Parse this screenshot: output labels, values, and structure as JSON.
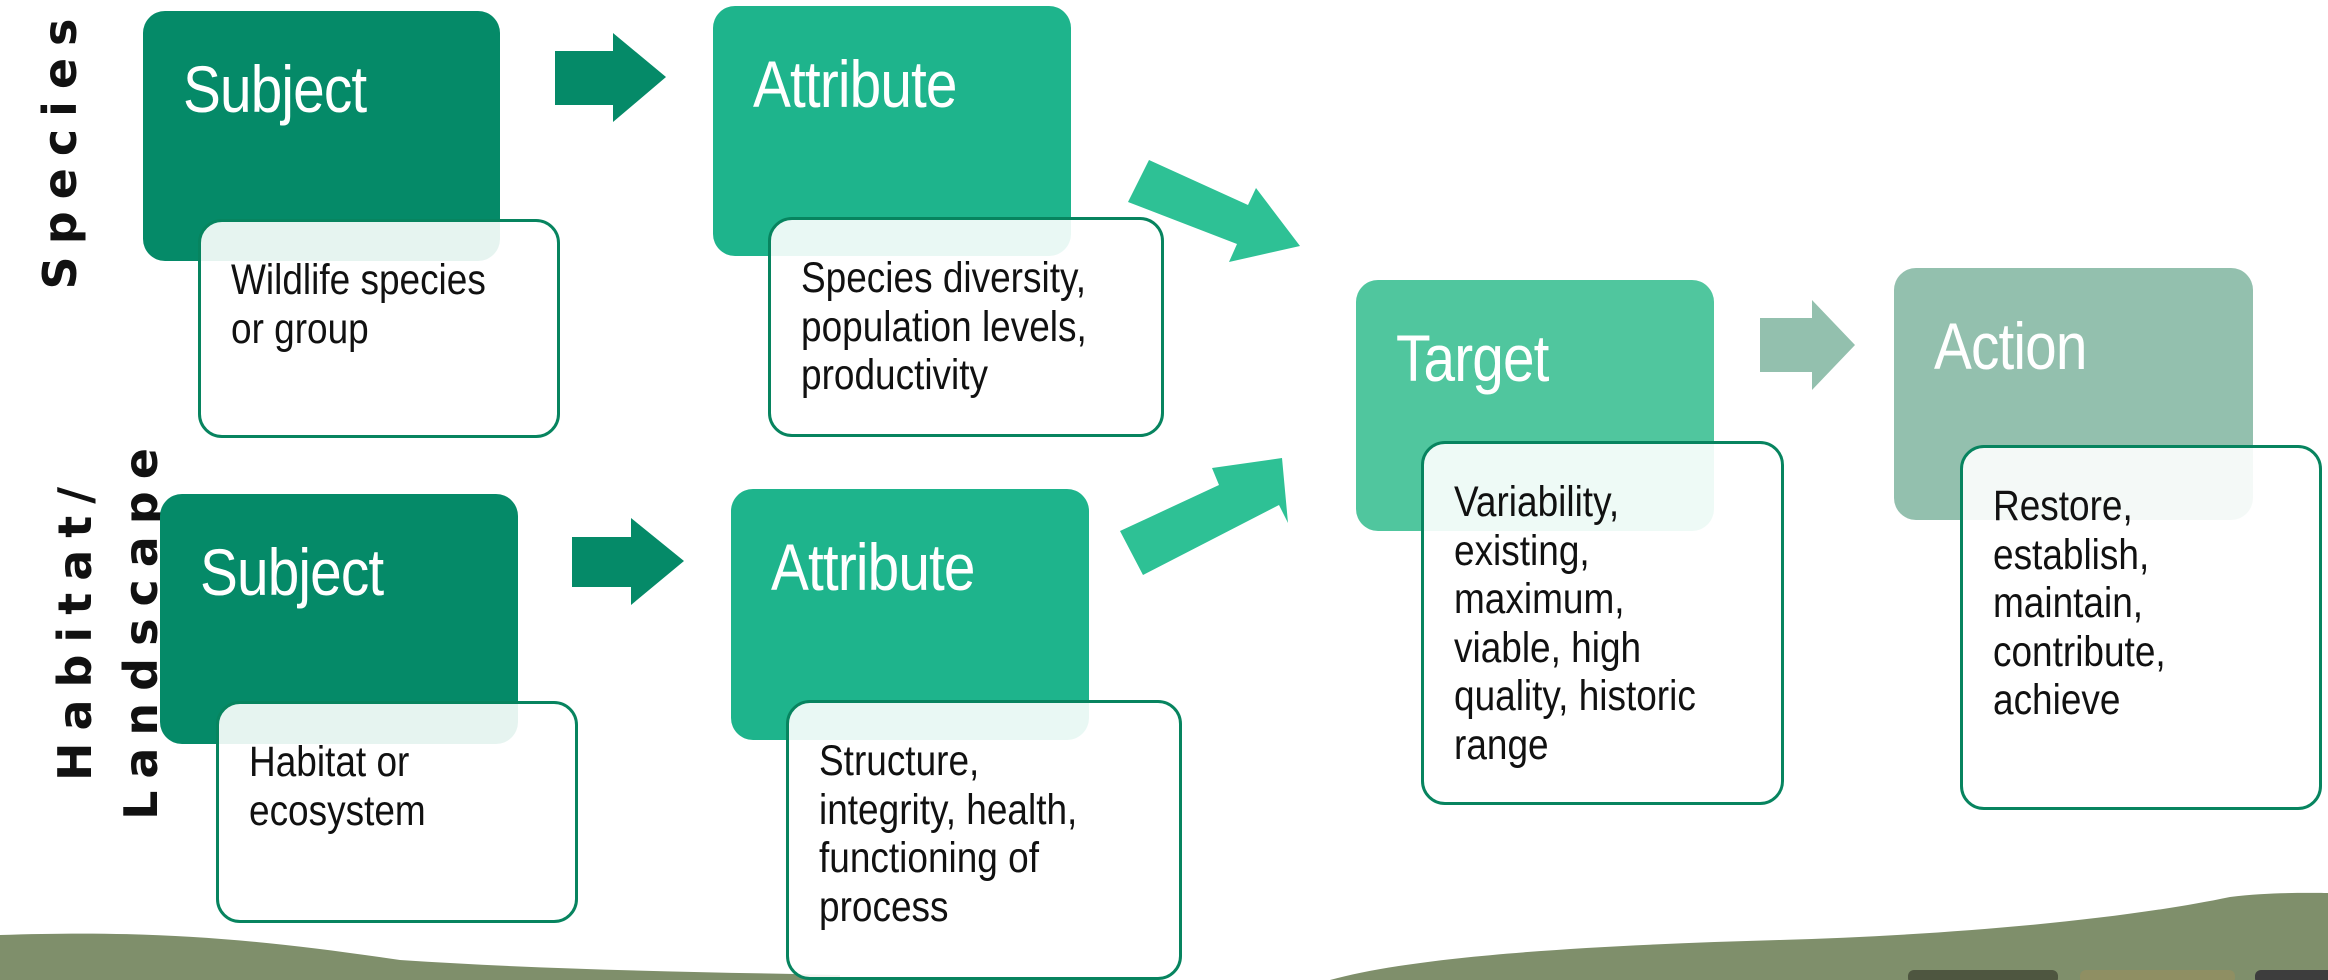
{
  "rows": {
    "species": {
      "label": "Species"
    },
    "habitat": {
      "label_line1": "Habitat/",
      "label_line2": "Landscape"
    }
  },
  "species_subject": {
    "title": "Subject",
    "description": "Wildlife species\nor group"
  },
  "species_attribute": {
    "title": "Attribute",
    "description": "Species diversity,\npopulation levels,\nproductivity"
  },
  "habitat_subject": {
    "title": "Subject",
    "description": "Habitat or\necosystem"
  },
  "habitat_attribute": {
    "title": "Attribute",
    "description": "Structure,\nintegrity, health,\nfunctioning of\nprocess"
  },
  "target": {
    "title": "Target",
    "description": "Variability,\nexisting,\nmaximum,\nviable, high\nquality, historic\nrange"
  },
  "action": {
    "title": "Action",
    "description": "Restore,\nestablish,\nmaintain,\ncontribute,\nachieve"
  },
  "colors": {
    "subject": "#058a68",
    "attribute": "#1eb48c",
    "target": "#50c69e",
    "action": "#93c0ae",
    "arrow_dark": "#058a68",
    "arrow_mid": "#2ec195",
    "arrow_light": "#93c0ae",
    "outline": "#07845f",
    "hills": "#7f8f6b"
  }
}
